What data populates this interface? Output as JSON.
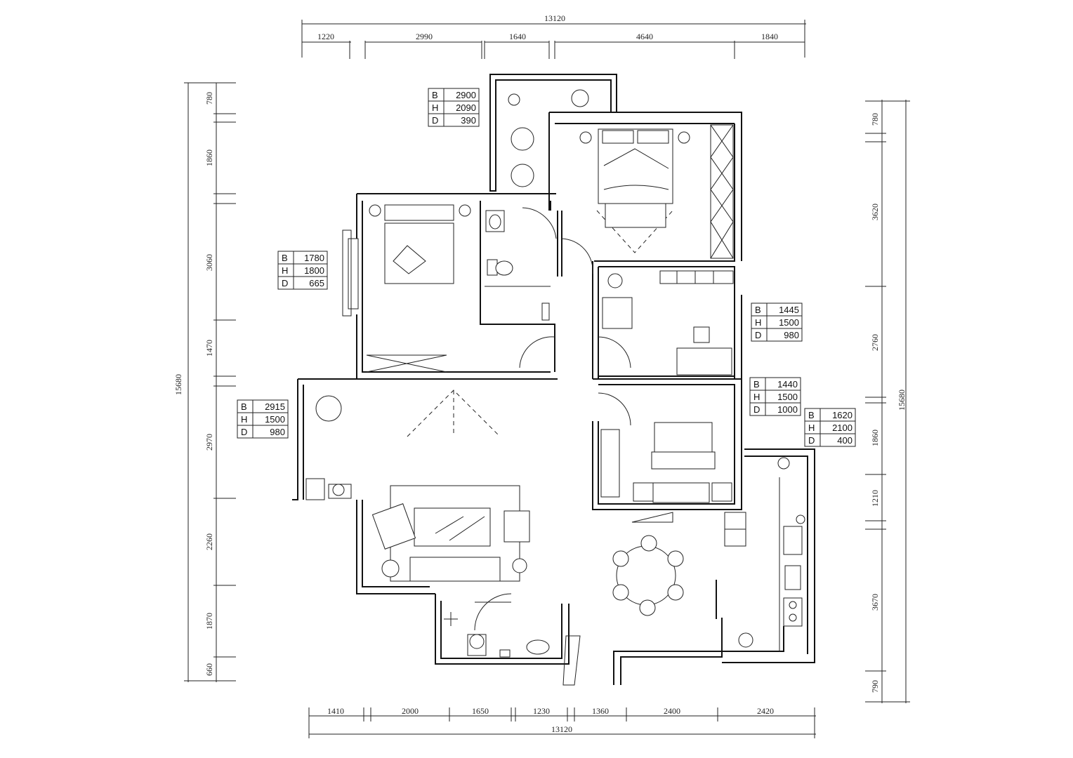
{
  "top_dims": {
    "total": "13120",
    "segments": [
      "1220",
      "2990",
      "1640",
      "4640",
      "1840"
    ]
  },
  "bottom_dims": {
    "total": "13120",
    "segments": [
      "1410",
      "2000",
      "1650",
      "1230",
      "1360",
      "2400",
      "2420"
    ]
  },
  "left_dims": {
    "total": "15680",
    "segments": [
      "780",
      "1860",
      "3060",
      "1470",
      "2970",
      "2260",
      "1870",
      "660"
    ]
  },
  "right_dims": {
    "total": "15680",
    "segments": [
      "780",
      "3620",
      "2760",
      "1860",
      "1210",
      "3670",
      "790"
    ]
  },
  "window_tags": [
    {
      "B": "2900",
      "H": "2090",
      "D": "390"
    },
    {
      "B": "1780",
      "H": "1800",
      "D": "665"
    },
    {
      "B": "1445",
      "H": "1500",
      "D": "980"
    },
    {
      "B": "1440",
      "H": "1500",
      "D": "1000"
    },
    {
      "B": "1620",
      "H": "2100",
      "D": "400"
    },
    {
      "B": "2915",
      "H": "1500",
      "D": "980"
    }
  ],
  "tag_letters": [
    "B",
    "H",
    "D"
  ]
}
